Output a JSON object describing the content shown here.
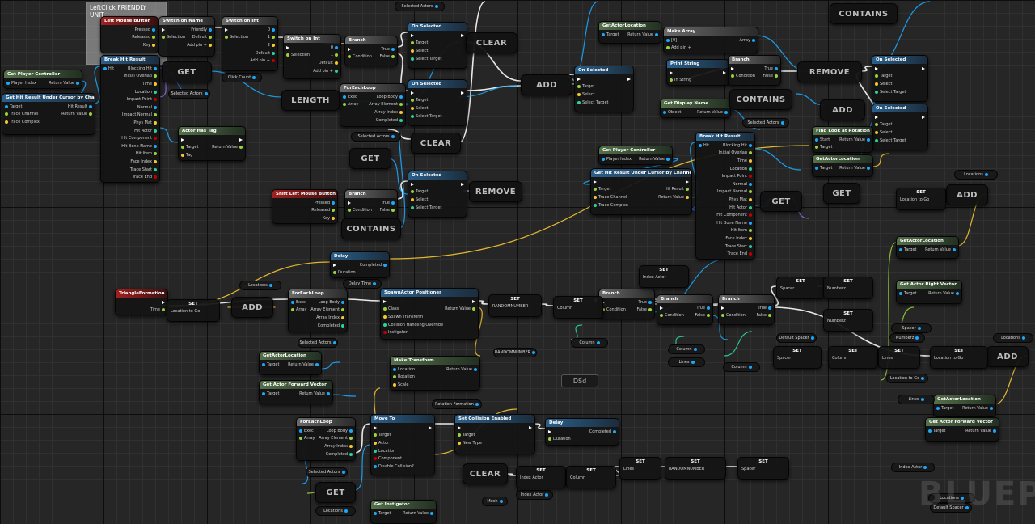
{
  "comment": {
    "title": "LeftClick FRIENDLY UNIT"
  },
  "watermark": "BLUEP",
  "stray_label": "DSd",
  "colors": {
    "exec": "#ffffff",
    "object": "#1aa8ff",
    "bool": "#c00000",
    "float": "#9cd23b",
    "int": "#2ad39e",
    "vector": "#f5c830",
    "struct": "#2c6ddb",
    "array": "#4fc3f7"
  },
  "nodes": [
    {
      "id": "n1",
      "title": "Left Mouse Button",
      "color": "red",
      "left": [],
      "right": [
        "Pressed",
        "Released",
        "Key"
      ]
    },
    {
      "id": "n2",
      "title": "Switch on Name",
      "color": "grey",
      "left": [
        "",
        "Selection"
      ],
      "right": [
        "Friendly",
        "Default",
        "Add pin +"
      ]
    },
    {
      "id": "n3",
      "title": "Switch on Int",
      "color": "grey",
      "left": [
        "",
        "Selection"
      ],
      "right": [
        "0",
        "1",
        "2",
        "Default",
        "Add pin +"
      ]
    },
    {
      "id": "n4",
      "title": "Switch on Int",
      "color": "grey",
      "left": [
        "",
        "Selection"
      ],
      "right": [
        "0",
        "1",
        "Default",
        "Add pin +"
      ]
    },
    {
      "id": "n5",
      "title": "Branch",
      "color": "grey",
      "left": [
        "",
        "Condition"
      ],
      "right": [
        "True",
        "False"
      ]
    },
    {
      "id": "n6",
      "title": "On Selected",
      "color": "blue",
      "left": [
        "",
        "Target",
        "Select",
        "Select Target"
      ],
      "right": [
        ""
      ]
    },
    {
      "id": "n7",
      "title": "Get Player Controller",
      "color": "green",
      "left": [
        "Player Index"
      ],
      "right": [
        "Return Value"
      ]
    },
    {
      "id": "n8",
      "title": "Get Hit Result Under Cursor by Channel",
      "color": "blue",
      "left": [
        "Target",
        "Trace Channel",
        "Trace Complex"
      ],
      "right": [
        "Hit Result",
        "Return Value"
      ]
    },
    {
      "id": "n9",
      "title": "Break Hit Result",
      "color": "blue",
      "left": [
        "Hit"
      ],
      "right": [
        "Blocking Hit",
        "Initial Overlap",
        "Time",
        "Location",
        "Impact Point",
        "Normal",
        "Impact Normal",
        "Phys Mat",
        "Hit Actor",
        "Hit Component",
        "Hit Bone Name",
        "Hit Item",
        "Face Index",
        "Trace Start",
        "Trace End"
      ]
    },
    {
      "id": "n10",
      "title": "Actor Has Tag",
      "color": "green",
      "left": [
        "",
        "Target",
        "Tag"
      ],
      "right": [
        "",
        "Return Value"
      ]
    },
    {
      "id": "n11",
      "title": "ForEachLoop",
      "color": "grey",
      "left": [
        "Exec",
        "Array"
      ],
      "right": [
        "Loop Body",
        "Array Element",
        "Array Index",
        "Completed"
      ]
    },
    {
      "id": "n12",
      "title": "On Selected",
      "color": "blue",
      "left": [
        "",
        "Target",
        "Select",
        "Select Target"
      ],
      "right": [
        ""
      ]
    },
    {
      "id": "n13",
      "title": "On Selected",
      "color": "blue",
      "left": [
        "",
        "Target",
        "Select",
        "Select Target"
      ],
      "right": [
        ""
      ]
    },
    {
      "id": "n14",
      "title": "Shift Left Mouse Button",
      "color": "red",
      "left": [],
      "right": [
        "Pressed",
        "Released",
        "Key"
      ]
    },
    {
      "id": "n15",
      "title": "Branch",
      "color": "grey",
      "left": [
        "",
        "Condition"
      ],
      "right": [
        "True",
        "False"
      ]
    },
    {
      "id": "n16",
      "title": "On Selected",
      "color": "blue",
      "left": [
        "",
        "Target",
        "Select",
        "Select Target"
      ],
      "right": [
        ""
      ]
    },
    {
      "id": "n17",
      "title": "GetActorLocation",
      "color": "green",
      "left": [
        "Target"
      ],
      "right": [
        "Return Value"
      ]
    },
    {
      "id": "n18",
      "title": "Make Array",
      "color": "grey",
      "left": [
        "[0]",
        "Add pin +"
      ],
      "right": [
        "Array"
      ]
    },
    {
      "id": "n19",
      "title": "Print String",
      "color": "blue",
      "left": [
        "",
        "In String"
      ],
      "right": [
        ""
      ]
    },
    {
      "id": "n20",
      "title": "Get Display Name",
      "color": "green",
      "left": [
        "Object"
      ],
      "right": [
        "Return Value"
      ]
    },
    {
      "id": "n21",
      "title": "Branch",
      "color": "grey",
      "left": [
        "",
        "Condition"
      ],
      "right": [
        "True",
        "False"
      ]
    },
    {
      "id": "n22",
      "title": "On Selected",
      "color": "blue",
      "left": [
        "",
        "Target",
        "Select",
        "Select Target"
      ],
      "right": [
        ""
      ]
    },
    {
      "id": "n23",
      "title": "On Selected",
      "color": "blue",
      "left": [
        "",
        "Target",
        "Select",
        "Select Target"
      ],
      "right": [
        ""
      ]
    },
    {
      "id": "n24",
      "title": "Find Look at Rotation",
      "color": "green",
      "left": [
        "Start",
        "Target"
      ],
      "right": [
        "Return Value"
      ]
    },
    {
      "id": "n25",
      "title": "GetActorLocation",
      "color": "green",
      "left": [
        "Target"
      ],
      "right": [
        "Return Value"
      ]
    },
    {
      "id": "n26",
      "title": "Get Player Controller",
      "color": "green",
      "left": [
        "Player Index"
      ],
      "right": [
        "Return Value"
      ]
    },
    {
      "id": "n27",
      "title": "Get Hit Result Under Cursor by Channel",
      "color": "blue",
      "left": [
        "",
        "Target",
        "Trace Channel",
        "Trace Complex"
      ],
      "right": [
        "",
        "Hit Result",
        "Return Value"
      ]
    },
    {
      "id": "n28",
      "title": "Break Hit Result",
      "color": "blue",
      "left": [
        "Hit"
      ],
      "right": [
        "Blocking Hit",
        "Initial Overlap",
        "Time",
        "Location",
        "Impact Point",
        "Normal",
        "Impact Normal",
        "Phys Mat",
        "Hit Actor",
        "Hit Component",
        "Hit Bone Name",
        "Hit Item",
        "Face Index",
        "Trace Start",
        "Trace End"
      ]
    },
    {
      "id": "n29",
      "title": "Delay",
      "color": "blue",
      "left": [
        "",
        "Duration"
      ],
      "right": [
        "Completed"
      ]
    },
    {
      "id": "n30",
      "title": "TriangleFormation",
      "color": "red",
      "left": [],
      "right": [
        "",
        "Time"
      ]
    },
    {
      "id": "n31",
      "title": "ForEachLoop",
      "color": "grey",
      "left": [
        "Exec",
        "Array"
      ],
      "right": [
        "Loop Body",
        "Array Element",
        "Array Index",
        "Completed"
      ]
    },
    {
      "id": "n32",
      "title": "SpawnActor Positioner",
      "color": "blue",
      "left": [
        "",
        "Class",
        "Spawn Transform",
        "Collision Handling Override",
        "Instigator"
      ],
      "right": [
        "",
        "Return Value"
      ]
    },
    {
      "id": "n33",
      "title": "Make Transform",
      "color": "green",
      "left": [
        "Location",
        "Rotation",
        "Scale"
      ],
      "right": [
        "Return Value"
      ]
    },
    {
      "id": "n34",
      "title": "Branch",
      "color": "grey",
      "left": [
        "",
        "Condition"
      ],
      "right": [
        "True",
        "False"
      ]
    },
    {
      "id": "n35",
      "title": "Branch",
      "color": "grey",
      "left": [
        "",
        "Condition"
      ],
      "right": [
        "True",
        "False"
      ]
    },
    {
      "id": "n36",
      "title": "Branch",
      "color": "grey",
      "left": [
        "",
        "Condition"
      ],
      "right": [
        "True",
        "False"
      ]
    },
    {
      "id": "n37",
      "title": "GetActorLocation",
      "color": "green",
      "left": [
        "Target"
      ],
      "right": [
        "Return Value"
      ]
    },
    {
      "id": "n38",
      "title": "Get Actor Forward Vector",
      "color": "green",
      "left": [
        "Target"
      ],
      "right": [
        "Return Value"
      ]
    },
    {
      "id": "n39",
      "title": "ForEachLoop",
      "color": "grey",
      "left": [
        "Exec",
        "Array"
      ],
      "right": [
        "Loop Body",
        "Array Element",
        "Array Index",
        "Completed"
      ]
    },
    {
      "id": "n40",
      "title": "Move To",
      "color": "blue",
      "left": [
        "",
        "Target",
        "Actor",
        "Location",
        "Component",
        "Disable Collision?"
      ],
      "right": [
        ""
      ]
    },
    {
      "id": "n41",
      "title": "Set Collision Enabled",
      "color": "blue",
      "left": [
        "",
        "Target",
        "New Type"
      ],
      "right": [
        ""
      ]
    },
    {
      "id": "n42",
      "title": "Delay",
      "color": "blue",
      "left": [
        "",
        "Duration"
      ],
      "right": [
        "Completed"
      ]
    },
    {
      "id": "n43",
      "title": "Get Instigator",
      "color": "green",
      "left": [
        "Target"
      ],
      "right": [
        "Return Value"
      ]
    },
    {
      "id": "n44",
      "title": "GetActorLocation",
      "color": "green",
      "left": [
        "Target"
      ],
      "right": [
        "Return Value"
      ]
    },
    {
      "id": "n45",
      "title": "Get Actor Right Vector",
      "color": "green",
      "left": [
        "Target"
      ],
      "right": [
        "Return Value"
      ]
    },
    {
      "id": "n46",
      "title": "GetActorLocation",
      "color": "green",
      "left": [
        "Target"
      ],
      "right": [
        "Return Value"
      ]
    },
    {
      "id": "n47",
      "title": "Get Actor Forward Vector",
      "color": "green",
      "left": [
        "Target"
      ],
      "right": [
        "Return Value"
      ]
    }
  ],
  "ops": [
    {
      "id": "o1",
      "label": "GET"
    },
    {
      "id": "o2",
      "label": "CLEAR"
    },
    {
      "id": "o3",
      "label": "LENGTH"
    },
    {
      "id": "o4",
      "label": "ADD"
    },
    {
      "id": "o5",
      "label": "GET"
    },
    {
      "id": "o6",
      "label": "CLEAR"
    },
    {
      "id": "o7",
      "label": "REMOVE"
    },
    {
      "id": "o8",
      "label": "CONTAINS"
    },
    {
      "id": "o9",
      "label": "CONTAINS"
    },
    {
      "id": "o10",
      "label": "REMOVE"
    },
    {
      "id": "o11",
      "label": "CONTAINS"
    },
    {
      "id": "o12",
      "label": "ADD"
    },
    {
      "id": "o13",
      "label": "GET"
    },
    {
      "id": "o14",
      "label": "GET"
    },
    {
      "id": "o15",
      "label": "ADD"
    },
    {
      "id": "o16",
      "label": "ADD"
    },
    {
      "id": "o17",
      "label": "ADD"
    },
    {
      "id": "o18",
      "label": "CLEAR"
    },
    {
      "id": "o19",
      "label": "GET"
    }
  ],
  "vars": [
    {
      "id": "v1",
      "label": "Click Count"
    },
    {
      "id": "v2",
      "label": "Selected Actors"
    },
    {
      "id": "v3",
      "label": "Selected Actors"
    },
    {
      "id": "v4",
      "label": "Selected Actors"
    },
    {
      "id": "v5",
      "label": "Selected Actors"
    },
    {
      "id": "v6",
      "label": "Locations"
    },
    {
      "id": "v7",
      "label": "Delay Time"
    },
    {
      "id": "v8",
      "label": "Locations"
    },
    {
      "id": "v9",
      "label": "Selected Actors"
    },
    {
      "id": "v10",
      "label": "RANDOMNUMBER"
    },
    {
      "id": "v11",
      "label": "Column"
    },
    {
      "id": "v12",
      "label": "Column"
    },
    {
      "id": "v13",
      "label": "Lines"
    },
    {
      "id": "v14",
      "label": "Column"
    },
    {
      "id": "v15",
      "label": "Default Spacer"
    },
    {
      "id": "v16",
      "label": "Numberz"
    },
    {
      "id": "v17",
      "label": "Locations"
    },
    {
      "id": "v18",
      "label": "Location to Go"
    },
    {
      "id": "v19",
      "label": "Rotation Formation"
    },
    {
      "id": "v20",
      "label": "Selected Actors"
    },
    {
      "id": "v21",
      "label": "Locations"
    },
    {
      "id": "v22",
      "label": "Mesh"
    },
    {
      "id": "v23",
      "label": "Index Actor"
    },
    {
      "id": "v24",
      "label": "Locations"
    },
    {
      "id": "v25",
      "label": "Spacer"
    },
    {
      "id": "v26",
      "label": "Index Actor"
    },
    {
      "id": "v27",
      "label": "Default Spacer"
    },
    {
      "id": "v28",
      "label": "Lines"
    }
  ],
  "sets": [
    {
      "id": "s1",
      "label": "SET",
      "value": "Location to Go"
    },
    {
      "id": "s2",
      "label": "SET",
      "value": "RANDOMNUMBER"
    },
    {
      "id": "s3",
      "label": "SET",
      "value": "Column"
    },
    {
      "id": "s4",
      "label": "SET",
      "value": "Index Actor"
    },
    {
      "id": "s5",
      "label": "SET",
      "value": "Spacer"
    },
    {
      "id": "s6",
      "label": "SET",
      "value": "Numberz"
    },
    {
      "id": "s7",
      "label": "SET",
      "value": "Numberz"
    },
    {
      "id": "s8",
      "label": "SET",
      "value": "Spacer"
    },
    {
      "id": "s9",
      "label": "SET",
      "value": "Column"
    },
    {
      "id": "s10",
      "label": "SET",
      "value": "Lines"
    },
    {
      "id": "s11",
      "label": "SET",
      "value": "Location to Go"
    },
    {
      "id": "s12",
      "label": "SET",
      "value": "Location to Go"
    },
    {
      "id": "s13",
      "label": "SET",
      "value": "Index Actor"
    },
    {
      "id": "s14",
      "label": "SET",
      "value": "Column"
    },
    {
      "id": "s15",
      "label": "SET",
      "value": "Lines"
    },
    {
      "id": "s16",
      "label": "SET",
      "value": "RANDOMNUMBER"
    },
    {
      "id": "s17",
      "label": "SET",
      "value": "Spacer"
    }
  ]
}
